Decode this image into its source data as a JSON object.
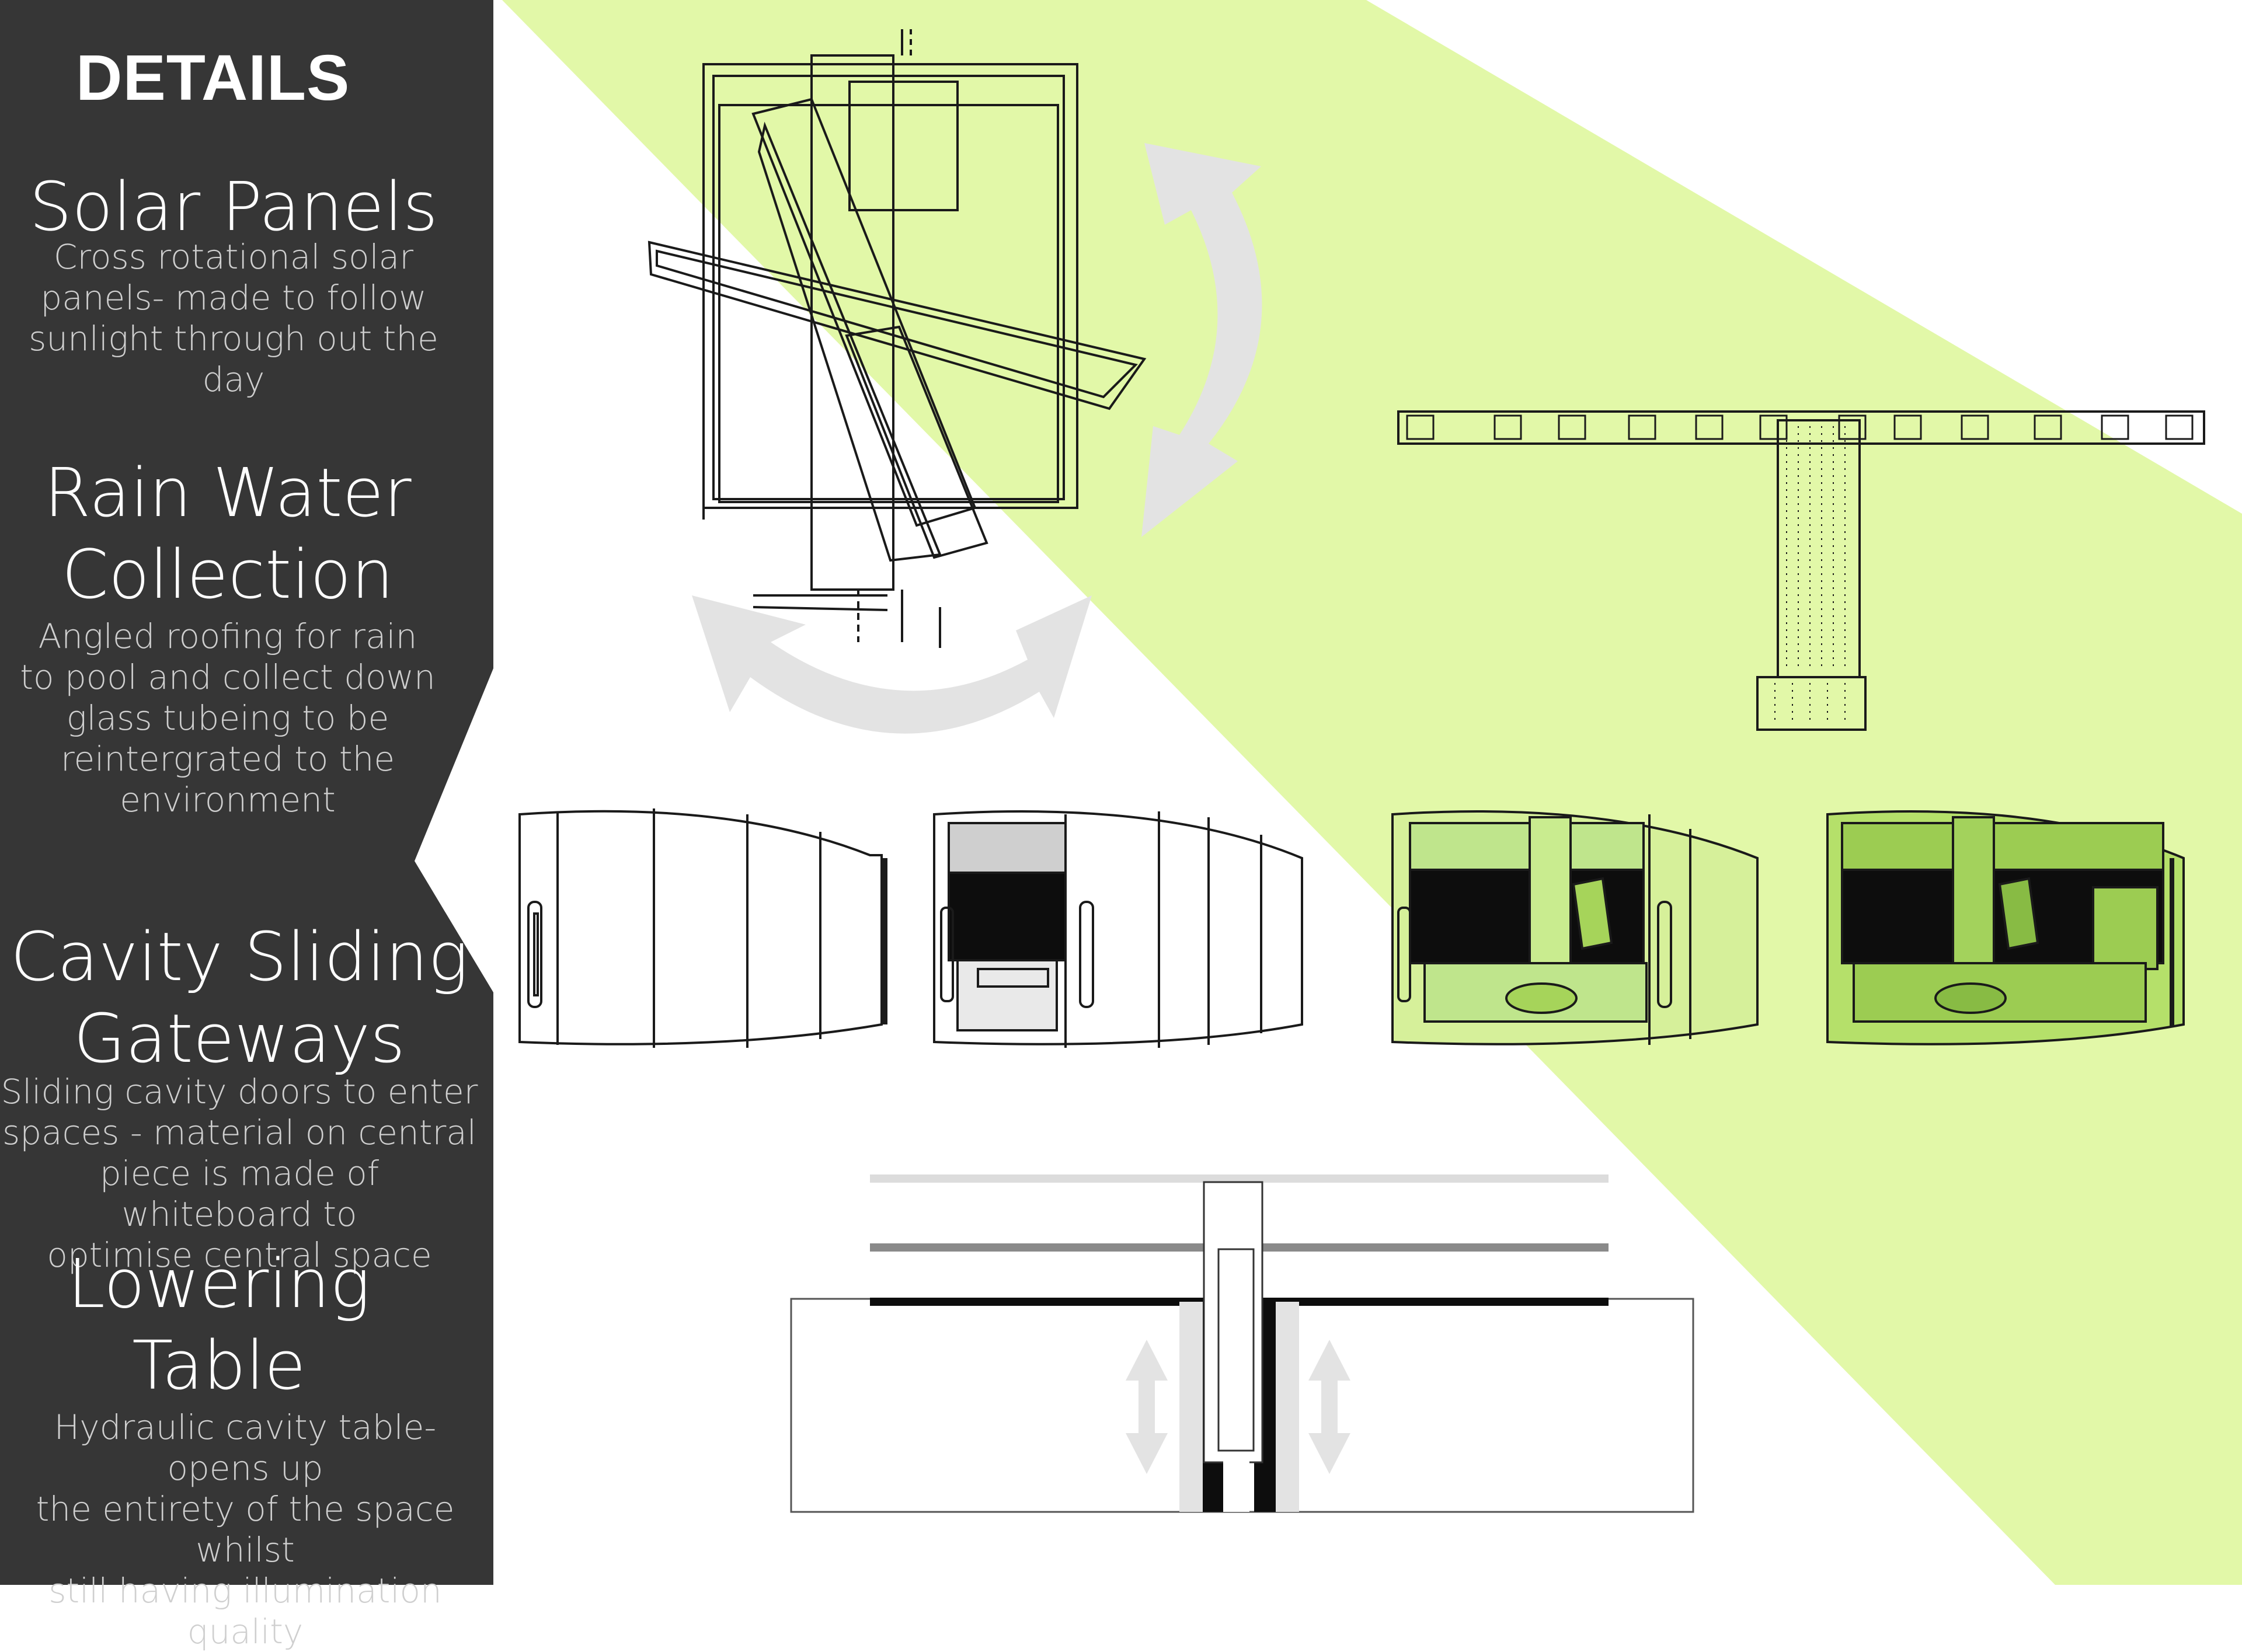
{
  "heading": "DETAILS",
  "sections": [
    {
      "title_lines": [
        "Solar Panels"
      ],
      "description_lines": [
        "Cross rotational solar",
        "panels- made to follow",
        "sunlight through out the",
        "day"
      ]
    },
    {
      "title_lines": [
        "Rain Water",
        "Collection"
      ],
      "description_lines": [
        "Angled roofing for rain",
        "to pool and collect down",
        "glass tubeing to be",
        "reintergrated to the",
        "environment"
      ]
    },
    {
      "title_lines": [
        "Cavity Sliding",
        "Gateways"
      ],
      "description_lines": [
        "Sliding cavity doors to enter",
        "spaces - material on central",
        "piece is made of whiteboard to",
        "optimise central space"
      ]
    },
    {
      "title_lines": [
        "Lowering",
        "Table"
      ],
      "description_lines": [
        "Hydraulic cavity table- opens up",
        "the entirety of the space whilst",
        "still having illumination quality"
      ]
    }
  ],
  "colors": {
    "sidebar": "#363636",
    "highlight_band": "#e2f8a8",
    "pod_tint": "#b5e06a",
    "arrow": "#e3e3e3",
    "line": "#1a1a1a"
  },
  "icons": [
    "rotation-arrow-vertical",
    "rotation-arrow-horizontal",
    "up-down-arrow"
  ]
}
